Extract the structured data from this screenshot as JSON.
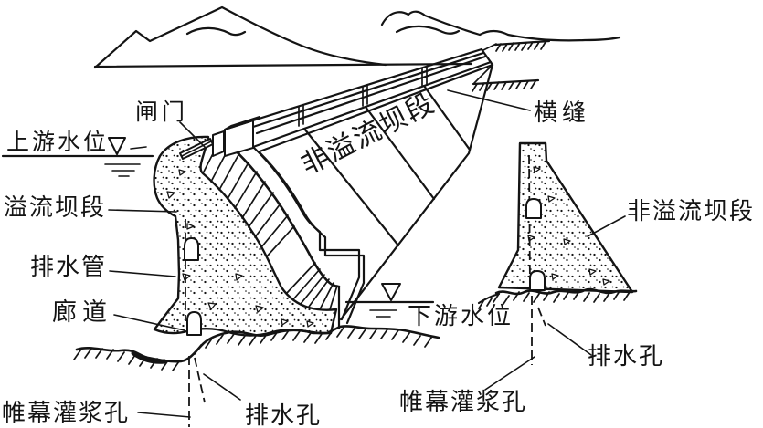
{
  "diagram": {
    "description_labels": {
      "upstream_water_level": "上游水位",
      "gate": "闸门",
      "dam_face_text": "非溢流坝段",
      "transverse_joint": "横缝",
      "overflow_dam_section": "溢流坝段",
      "drainage_pipe": "排水管",
      "gallery": "廊道",
      "curtain_grouting_holes_left": "帷幕灌浆孔",
      "drainage_holes_left": "排水孔",
      "downstream_water_level": "下游水位",
      "non_overflow_dam_section": "非溢流坝段",
      "drainage_holes_right": "排水孔",
      "curtain_grouting_holes_right": "帷幕灌浆孔"
    },
    "icons": {
      "water_level_symbol": "inverted-triangle"
    },
    "colors": {
      "ink": "#141414",
      "paper": "#ffffff"
    }
  }
}
